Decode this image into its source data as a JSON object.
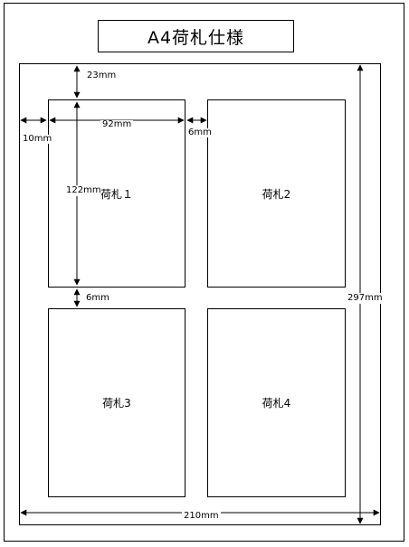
{
  "title": "A4荷札仕様",
  "labels": [
    "荷札１",
    "荷札2",
    "荷札3",
    "荷札4"
  ],
  "dimensions": {
    "top_margin": "23mm",
    "label_width": "92mm",
    "gap_horizontal": "6mm",
    "side_margin": "10mm",
    "label_height": "122mm",
    "gap_vertical": "6mm",
    "sheet_height": "297mm",
    "sheet_width": "210mm"
  }
}
